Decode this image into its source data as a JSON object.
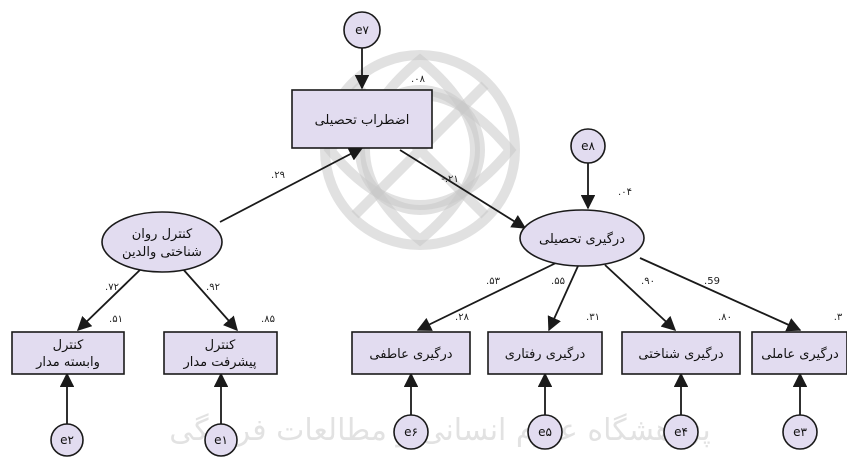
{
  "watermark": {
    "text": "پژوهشگاه علوم انسانی و مطالعات فرهنگی"
  },
  "nodes": {
    "academic_anxiety": {
      "label": "اضطراب تحصیلی",
      "r2": ".۰۸"
    },
    "parental_control": {
      "label_line1": "کنترل روان",
      "label_line2": "شناختی والدین"
    },
    "academic_engagement": {
      "label": "درگیری تحصیلی",
      "r2": ".۰۴"
    },
    "dependency_control": {
      "label_line1": "کنترل",
      "label_line2": "وابسته مدار",
      "r2": ".۵۱"
    },
    "achievement_control": {
      "label_line1": "کنترل",
      "label_line2": "پیشرفت مدار",
      "r2": ".۸۵"
    },
    "emotional_engagement": {
      "label": "درگیری عاطفی",
      "r2": ".۲۸"
    },
    "behavioral_engagement": {
      "label": "درگیری رفتاری",
      "r2": ".۳۱"
    },
    "cognitive_engagement": {
      "label": "درگیری شناختی",
      "r2": ".۸۰"
    },
    "agentic_engagement": {
      "label": "درگیری عاملی",
      "r2": ".۳"
    }
  },
  "errors": {
    "e7": "e۷",
    "e8": "e۸",
    "e2": "e۲",
    "e1": "e۱",
    "e6": "e۶",
    "e5": "e۵",
    "e4": "e۴",
    "e3": "e۳"
  },
  "paths": {
    "control_to_anxiety": ".۲۹",
    "anxiety_to_engagement": "-.۲۱",
    "control_to_dependency": ".۷۲",
    "control_to_achievement": ".۹۲",
    "engagement_to_emotional": ".۵۳",
    "engagement_to_behavioral": ".۵۵",
    "engagement_to_cognitive": ".۹۰",
    "engagement_to_agentic": ".59"
  }
}
